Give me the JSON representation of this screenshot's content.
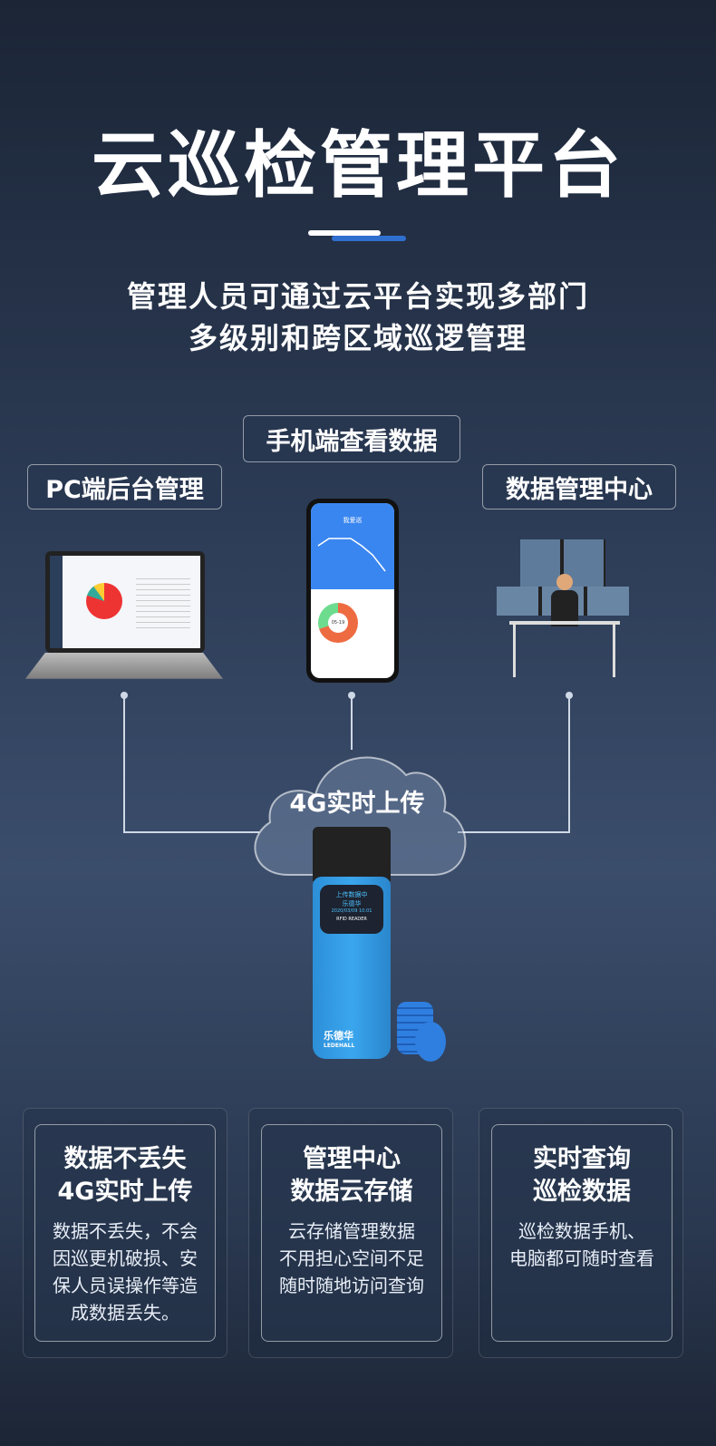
{
  "title": "云巡检管理平台",
  "subtitle": [
    "管理人员可通过云平台实现多部门",
    "多级别和跨区域巡逻管理"
  ],
  "labels": {
    "mobile": "手机端查看数据",
    "pc": "PC端后台管理",
    "center": "数据管理中心"
  },
  "cloud": "4G实时上传",
  "phone": {
    "app_title": "我爱巡",
    "donut_center": "05-19"
  },
  "device": {
    "screen": [
      "上传数据中",
      "乐德华",
      "2020/03/09 10:01"
    ],
    "model": "RFID READER",
    "brand": "乐德华",
    "brand_en": "LEDEHALL"
  },
  "cards": [
    {
      "heading": [
        "数据不丢失",
        "4G实时上传"
      ],
      "body": [
        "数据不丢失，不会",
        "因巡更机破损、安",
        "保人员误操作等造",
        "成数据丢失。"
      ]
    },
    {
      "heading": [
        "管理中心",
        "数据云存储"
      ],
      "body": [
        "云存储管理数据",
        "不用担心空间不足",
        "随时随地访问查询"
      ]
    },
    {
      "heading": [
        "实时查询",
        "巡检数据"
      ],
      "body": [
        "巡检数据手机、",
        "电脑都可随时查看"
      ]
    }
  ]
}
